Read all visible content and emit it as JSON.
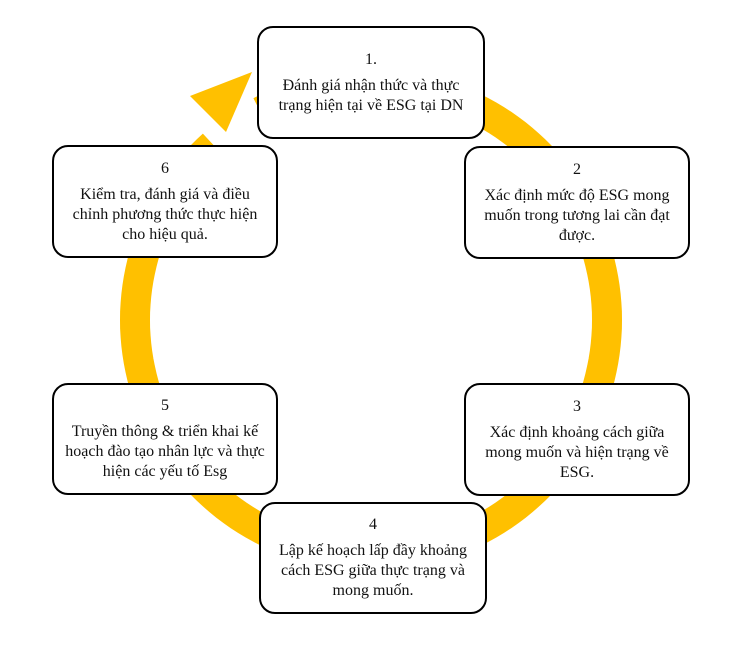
{
  "colors": {
    "ring": "#ffc000",
    "box_border": "#000000",
    "box_fill": "#ffffff",
    "text": "#111111"
  },
  "steps": [
    {
      "number": "1.",
      "text": "Đánh giá nhận thức và thực trạng hiện tại về ESG tại DN"
    },
    {
      "number": "2",
      "text": "Xác định mức độ ESG mong muốn trong tương lai cần đạt được."
    },
    {
      "number": "3",
      "text": "Xác định khoảng cách giữa mong muốn và hiện trạng về ESG."
    },
    {
      "number": "4",
      "text": "Lập kế hoạch lấp đầy khoảng cách ESG giữa thực trạng và mong muốn."
    },
    {
      "number": "5",
      "text": "Truyền thông & triển khai kế hoạch đào tạo nhân lực và thực hiện các yếu tố Esg"
    },
    {
      "number": "6",
      "text": "Kiểm tra, đánh giá và điều chỉnh phương thức thực hiện cho hiệu quả."
    }
  ]
}
